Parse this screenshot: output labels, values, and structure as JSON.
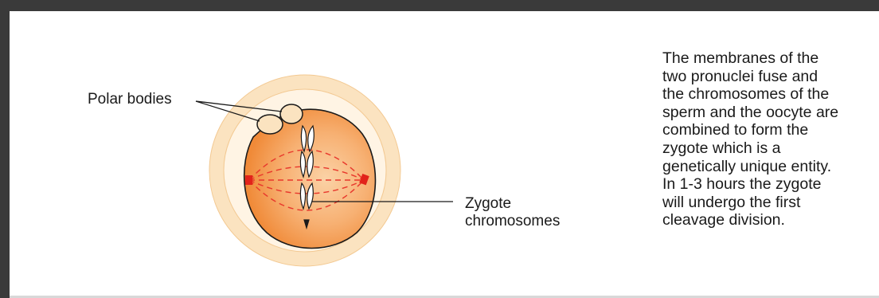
{
  "labels": {
    "polar_bodies": "Polar bodies",
    "zygote_chromosomes": [
      "Zygote",
      "chromosomes"
    ]
  },
  "description_lines": [
    "The membranes of the",
    "two pronuclei fuse and",
    "the chromosomes of the",
    "sperm and the oocyte are",
    "combined to form the",
    "zygote which is a",
    "genetically unique entity.",
    "In 1-3 hours the zygote",
    "will undergo the first",
    "cleavage division."
  ],
  "colors": {
    "frame": "#3a3a3a",
    "zona_outer": "#fbe3c0",
    "zona_ring": "#fff4e4",
    "cell_core": "#fbd2a6",
    "cell_edge": "#f08a38",
    "spindle": "#e8372c",
    "centrosome": "#e2231a",
    "outline": "#1a1a1a"
  }
}
